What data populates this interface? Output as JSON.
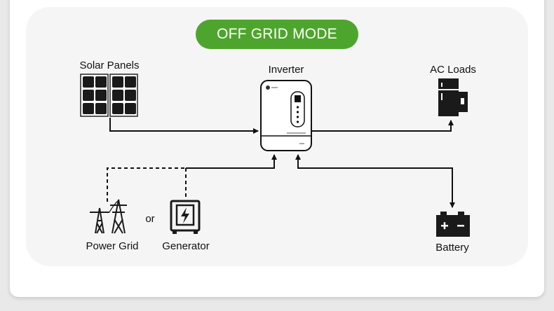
{
  "mode_badge": {
    "label": "OFF GRID MODE",
    "color": "#4ea52d"
  },
  "nodes": {
    "solar_panels": {
      "label": "Solar Panels",
      "icon": "solar-panel-icon"
    },
    "inverter": {
      "label": "Inverter",
      "icon": "inverter-icon"
    },
    "ac_loads": {
      "label": "AC Loads",
      "icon": "refrigerator-icon"
    },
    "power_grid": {
      "label": "Power Grid",
      "icon": "power-tower-icon"
    },
    "generator": {
      "label": "Generator",
      "icon": "generator-icon"
    },
    "battery": {
      "label": "Battery",
      "icon": "battery-icon"
    }
  },
  "or_text": "or",
  "colors": {
    "line": "#111111",
    "panel_bg": "#f5f5f5",
    "badge_text": "#ffffff"
  }
}
